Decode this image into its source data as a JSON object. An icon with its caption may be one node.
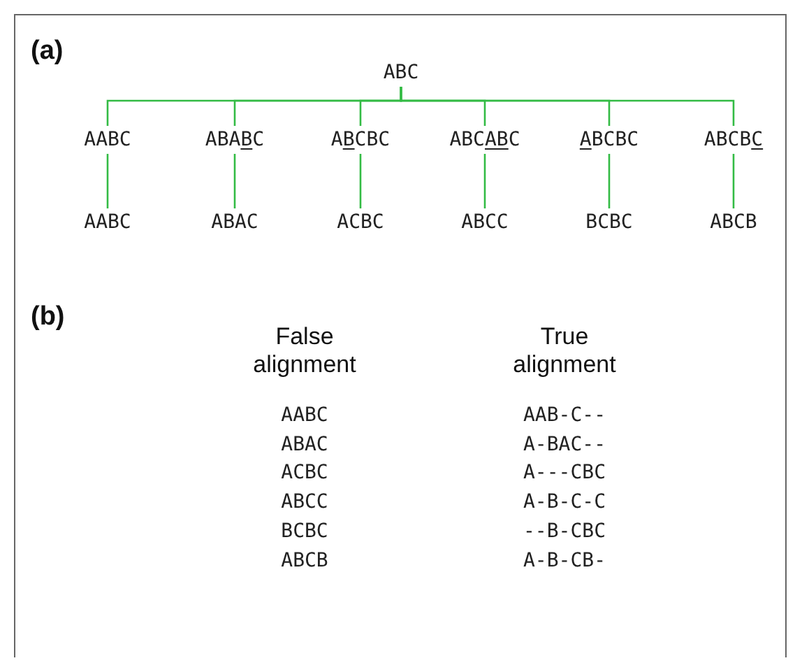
{
  "diagram": {
    "nodes": [
      {
        "text": [
          "ABC"
        ]
      },
      {
        "text": [
          "AABC"
        ]
      },
      {
        "text": [
          "ABABC"
        ]
      },
      {
        "text": [
          "ABCBC"
        ]
      },
      {
        "text": [
          "ABCABC"
        ]
      },
      {
        "text": [
          "ABCBC"
        ]
      },
      {
        "text": [
          "ABCBC"
        ]
      },
      {
        "text": [
          "AABC"
        ]
      },
      {
        "text": [
          "ABAC"
        ]
      },
      {
        "text": [
          "ACBC"
        ]
      },
      {
        "text": [
          "ABCC"
        ]
      },
      {
        "text": [
          "BCBC"
        ]
      },
      {
        "text": [
          "ABCB"
        ]
      }
    ],
    "edges": [
      {
        "from": 0,
        "to": 1,
        "arrow": "none",
        "color": "#33bb44"
      },
      {
        "from": 0,
        "to": 2,
        "arrow": "none",
        "color": "#33bb44"
      },
      {
        "from": 0,
        "to": 3,
        "arrow": "none",
        "color": "#33bb44"
      },
      {
        "from": 0,
        "to": 4,
        "arrow": "none",
        "color": "#33bb44"
      },
      {
        "from": 0,
        "to": 5,
        "arrow": "none",
        "color": "#33bb44"
      },
      {
        "from": 0,
        "to": 6,
        "arrow": "none",
        "color": "#33bb44"
      },
      {
        "from": 1,
        "to": 7,
        "arrow": "none",
        "color": "#33bb44"
      },
      {
        "from": 2,
        "to": 8,
        "arrow": "none",
        "color": "#33bb44"
      },
      {
        "from": 3,
        "to": 9,
        "arrow": "none",
        "color": "#33bb44"
      },
      {
        "from": 4,
        "to": 10,
        "arrow": "none",
        "color": "#33bb44"
      },
      {
        "from": 5,
        "to": 11,
        "arrow": "none",
        "color": "#33bb44"
      },
      {
        "from": 6,
        "to": 12,
        "arrow": "none",
        "color": "#33bb44"
      }
    ],
    "labels": [
      "(a)",
      "(b)",
      "False alignment",
      "True alignment",
      "AABC",
      "ABAC",
      "ACBC",
      "ABCC",
      "BCBC",
      "ABCB",
      "AAB-C--",
      "A-BAC--",
      "A---CBC",
      "A-B-C-C",
      "--B-CBC",
      "A-B-CB-"
    ]
  }
}
